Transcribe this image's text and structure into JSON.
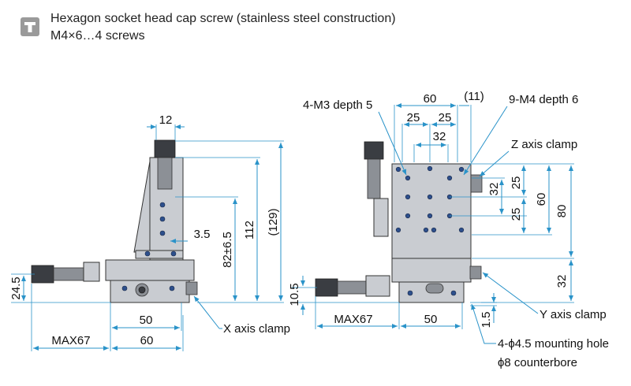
{
  "header": {
    "icon": "hex-socket-screw-icon",
    "line1": "Hexagon socket head cap screw (stainless steel construction)",
    "line2": "M4×6…4 screws"
  },
  "left_view": {
    "dims": {
      "top_width": "12",
      "offset": "3.5",
      "height_range": "82±6.5",
      "height": "112",
      "height_ref": "(129)",
      "left_height": "24.5",
      "base_width": "50",
      "travel_max": "MAX67",
      "overall_width": "60"
    },
    "labels": {
      "x_clamp": "X axis clamp"
    }
  },
  "right_view": {
    "dims": {
      "top_width": "60",
      "top_ref": "(11)",
      "spacing_a": "25",
      "spacing_b": "25",
      "center": "32",
      "v_32": "32",
      "v_25a": "25",
      "v_25b": "25",
      "v_60": "60",
      "v_80": "80",
      "v_32b": "32",
      "left_10_5": "10.5",
      "travel_max": "MAX67",
      "base_width": "50",
      "bottom_1_5": "1.5"
    },
    "labels": {
      "m3": "4-M3 depth 5",
      "m4": "9-M4 depth 6",
      "z_clamp": "Z axis clamp",
      "y_clamp": "Y axis clamp",
      "mount1": "4-ϕ4.5 mounting hole",
      "mount2": "ϕ8 counterbore"
    }
  },
  "colors": {
    "dimension_line": "#2a93c9",
    "body": "#c9ccd1",
    "dark_part": "#3a3d42"
  }
}
